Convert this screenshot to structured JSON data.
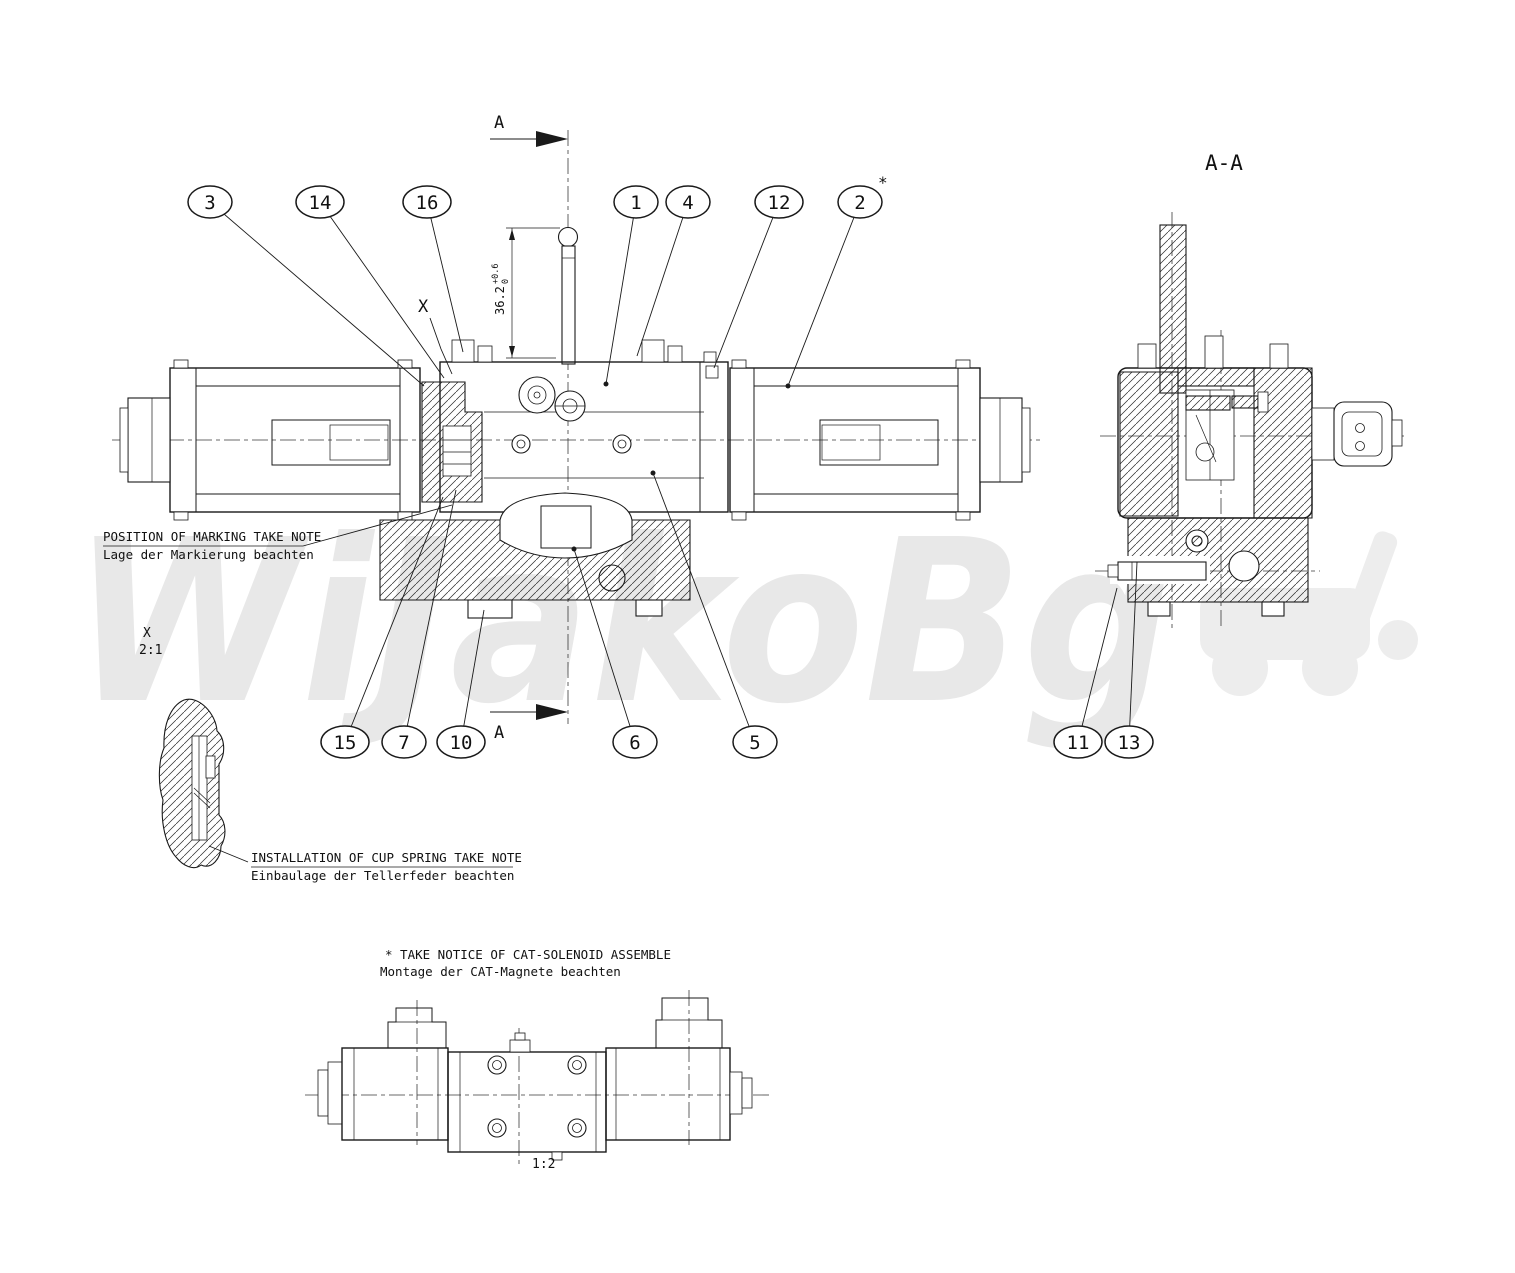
{
  "drawing": {
    "watermark": "WiJakoBg",
    "section_label": "A-A",
    "section_arrow_label": "A",
    "detail_marker": "X",
    "detail_view_scale": "2:1",
    "bottom_view_scale": "1:2",
    "dimension": {
      "value": "36.2",
      "tol_upper": "+0.6",
      "tol_lower": "0"
    }
  },
  "callouts": [
    {
      "label": "3"
    },
    {
      "label": "14"
    },
    {
      "label": "16"
    },
    {
      "label": "1"
    },
    {
      "label": "4"
    },
    {
      "label": "12"
    },
    {
      "label": "2",
      "suffix": "*"
    },
    {
      "label": "15"
    },
    {
      "label": "7"
    },
    {
      "label": "10"
    },
    {
      "label": "6"
    },
    {
      "label": "5"
    },
    {
      "label": "11"
    },
    {
      "label": "13"
    }
  ],
  "notes": {
    "marking_en": "POSITION OF MARKING TAKE NOTE",
    "marking_de": "Lage der Markierung beachten",
    "cup_spring_en": "INSTALLATION OF CUP SPRING TAKE NOTE",
    "cup_spring_de": "Einbaulage der Tellerfeder beachten",
    "solenoid_en": "* TAKE NOTICE OF CAT-SOLENOID ASSEMBLE",
    "solenoid_de": "Montage der CAT-Magnete beachten"
  }
}
